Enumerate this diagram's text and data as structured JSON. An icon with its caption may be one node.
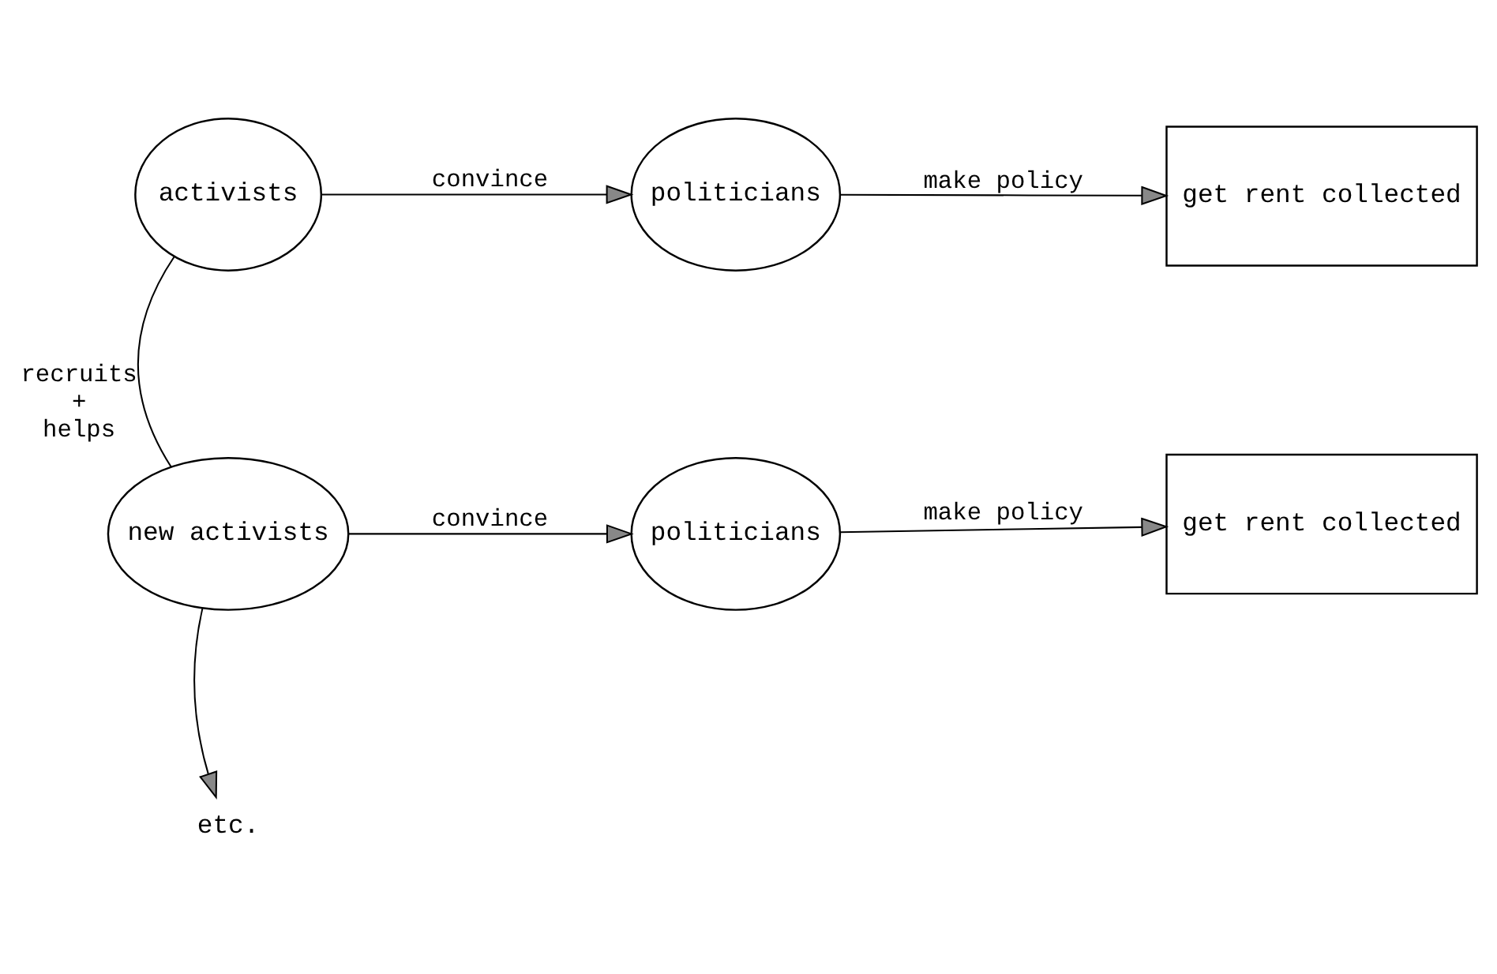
{
  "diagram": {
    "nodes": [
      {
        "text": [
          "activists"
        ]
      },
      {
        "text": [
          "politicians"
        ]
      },
      {
        "text": [
          "get rent collected"
        ]
      },
      {
        "text": [
          "new activists"
        ]
      },
      {
        "text": [
          "politicians"
        ]
      },
      {
        "text": [
          "get rent collected"
        ]
      },
      {
        "text": [
          "etc."
        ]
      }
    ],
    "edges": [
      {
        "from": 0,
        "to": 1,
        "arrow": "to",
        "label": "convince"
      },
      {
        "from": 1,
        "to": 2,
        "arrow": "to",
        "label": "make policy"
      },
      {
        "from": 0,
        "to": 3,
        "arrow": "none",
        "label": "recruits + helps"
      },
      {
        "from": 3,
        "to": 4,
        "arrow": "to",
        "label": "convince"
      },
      {
        "from": 4,
        "to": 5,
        "arrow": "to",
        "label": "make policy"
      },
      {
        "from": 3,
        "to": 6,
        "arrow": "to"
      }
    ]
  }
}
